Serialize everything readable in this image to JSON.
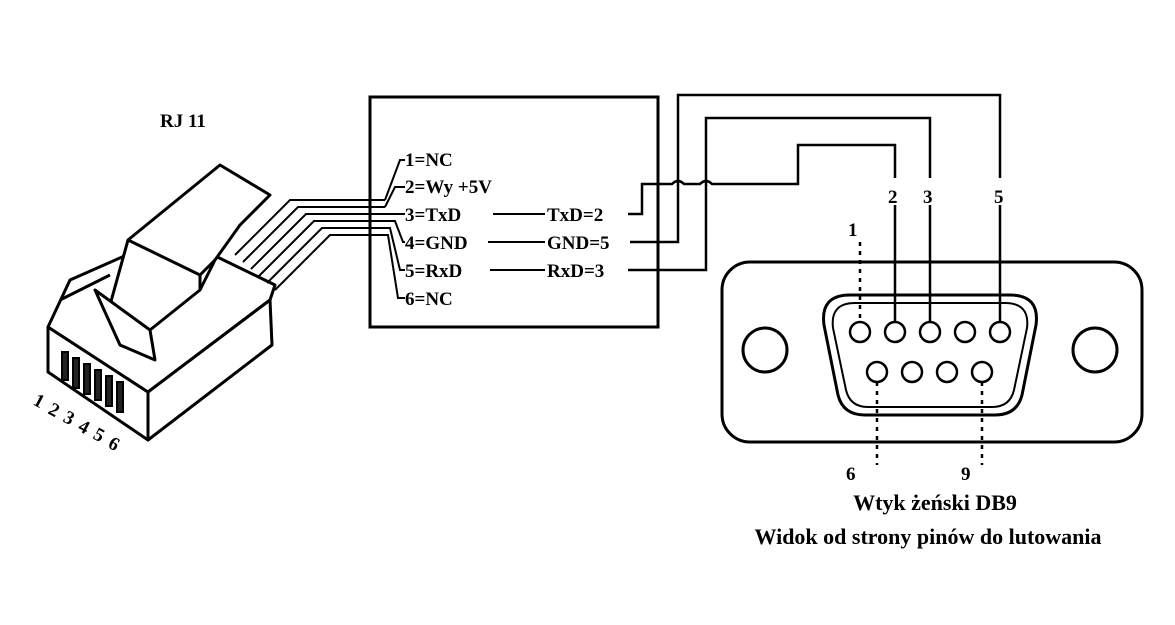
{
  "colors": {
    "ink": "#000000",
    "background": "#ffffff"
  },
  "rj11": {
    "title": "RJ 11",
    "pin_numbers": [
      "1",
      "2",
      "3",
      "4",
      "5",
      "6"
    ]
  },
  "rj_pins": {
    "p1": "1=NC",
    "p2": "2=Wy +5V",
    "p3": "3=TxD",
    "p4": "4=GND",
    "p5": "5=RxD",
    "p6": "6=NC"
  },
  "db9_signals": {
    "txd": "TxD=2",
    "gnd": "GND=5",
    "rxd": "RxD=3"
  },
  "db9": {
    "pin_labels": {
      "p1": "1",
      "p2": "2",
      "p3": "3",
      "p5": "5",
      "p6": "6",
      "p9": "9"
    },
    "caption_line1": "Wtyk  żeński DB9",
    "caption_line2": "Widok od strony pinów do lutowania"
  }
}
